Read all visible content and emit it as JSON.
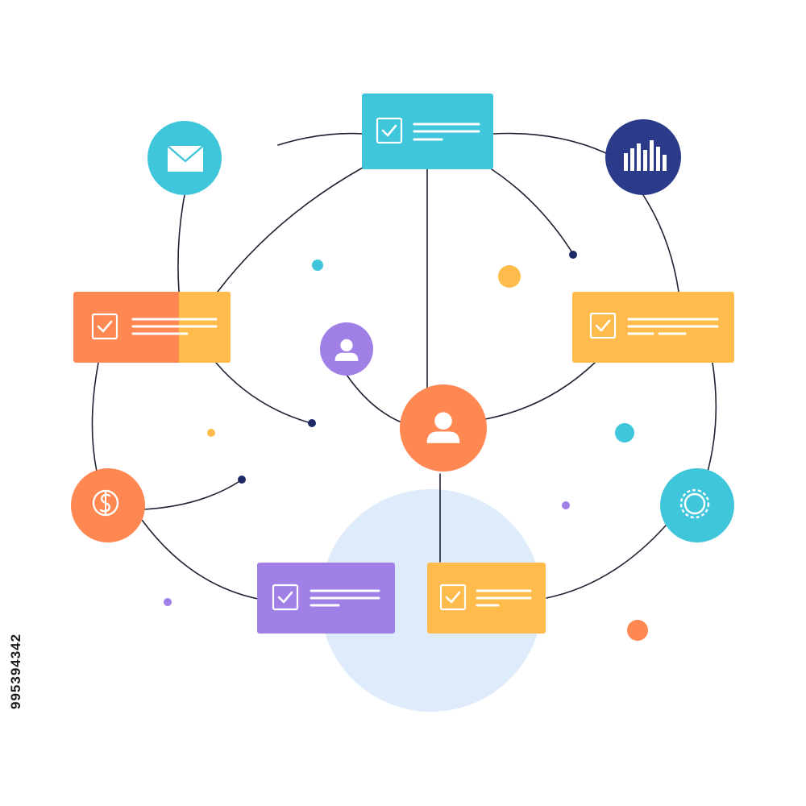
{
  "colors": {
    "teal": "#40C6DA",
    "orange": "#FF8752",
    "yellow": "#FFBC4C",
    "purple": "#A07FE6",
    "navy": "#2C3A8A",
    "line": "#1E2233",
    "halo": "#DDEBFB",
    "white": "#FFFFFF"
  },
  "cards": [
    {
      "id": "card-top",
      "color": "teal",
      "icon": "checkbox-icon"
    },
    {
      "id": "card-left",
      "color": "orange",
      "accent": "yellow",
      "icon": "checkbox-icon"
    },
    {
      "id": "card-right",
      "color": "yellow",
      "icon": "checkbox-icon"
    },
    {
      "id": "card-bottom-left",
      "color": "purple",
      "icon": "checkbox-icon"
    },
    {
      "id": "card-bottom-right",
      "color": "yellow",
      "icon": "checkbox-icon"
    }
  ],
  "nodes": [
    {
      "id": "mail-node",
      "color": "teal",
      "icon": "mail-icon"
    },
    {
      "id": "chart-node",
      "color": "navy",
      "icon": "bar-chart-icon"
    },
    {
      "id": "user-node",
      "color": "purple",
      "icon": "user-icon"
    },
    {
      "id": "central-user-node",
      "color": "orange",
      "icon": "user-icon"
    },
    {
      "id": "currency-node",
      "color": "orange",
      "icon": "currency-icon"
    },
    {
      "id": "settings-node",
      "color": "teal",
      "icon": "gear-icon"
    }
  ],
  "stock_id": "995394342"
}
